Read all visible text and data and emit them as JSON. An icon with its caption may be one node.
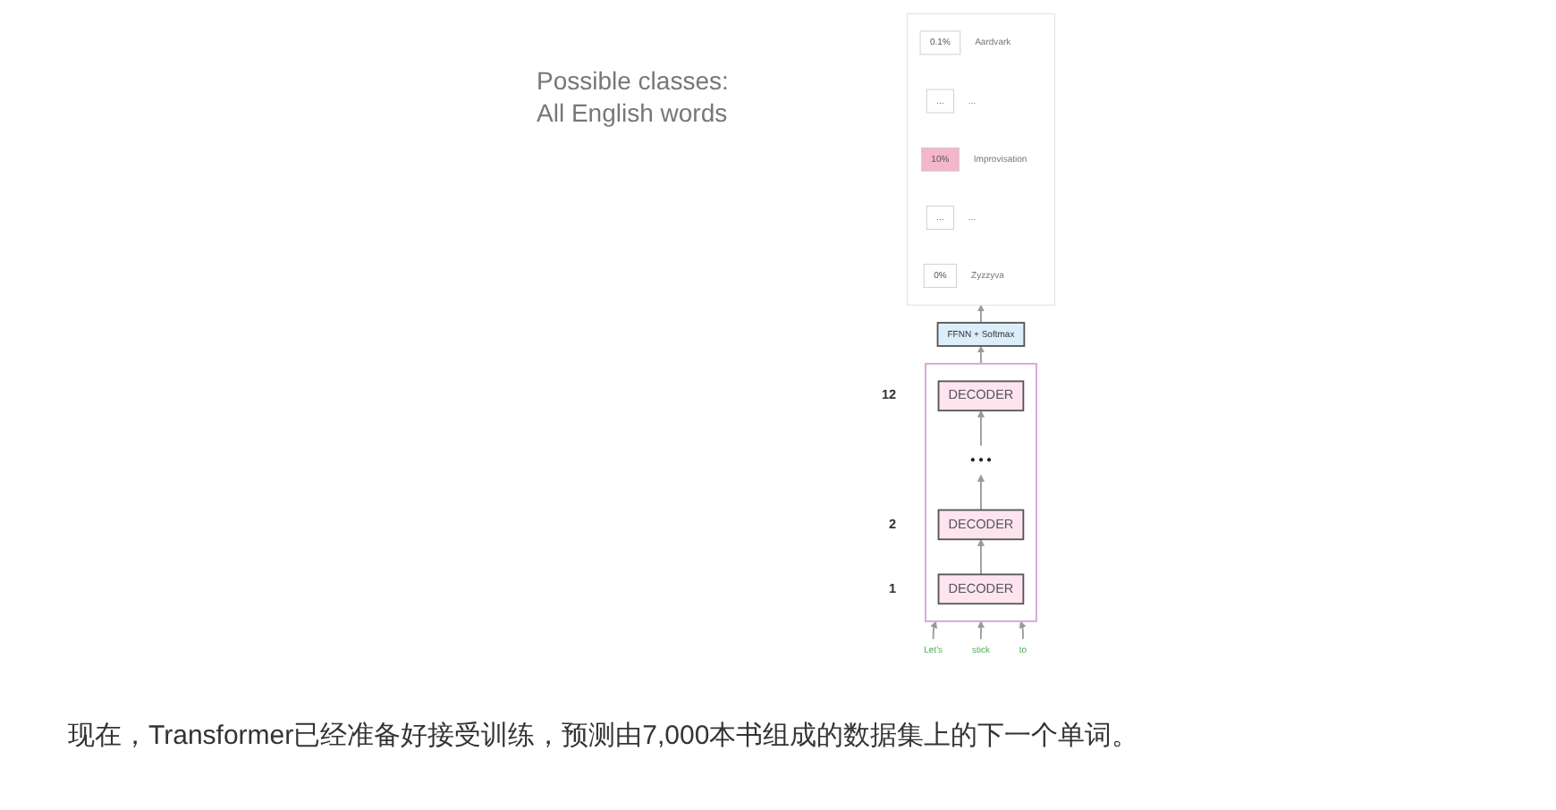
{
  "diagram": {
    "caption": "现在，Transformer已经准备好接受训练，预测由7,000本书组成的数据集上的下一个单词。",
    "nodes": [
      {
        "text": [],
        "shape": "box"
      },
      {
        "text": [
          "0.1%"
        ],
        "in": 0,
        "beside": [
          "Aardvark"
        ]
      },
      {
        "text": [
          "..."
        ],
        "in": 0,
        "beside": [
          "..."
        ]
      },
      {
        "text": [
          "10%"
        ],
        "in": 0,
        "beside": [
          "Improvisation"
        ]
      },
      {
        "text": [
          "..."
        ],
        "in": 0,
        "beside": [
          "..."
        ]
      },
      {
        "text": [
          "0%"
        ],
        "in": 0,
        "beside": [
          "Zyzzyva"
        ]
      },
      {
        "text": [
          "FFNN + Softmax"
        ]
      },
      {
        "text": [],
        "shape": "box"
      },
      {
        "text": [
          "DECODER"
        ],
        "in": 7,
        "beside": [
          "12"
        ]
      },
      {
        "text": [
          "• • •"
        ],
        "in": 7
      },
      {
        "text": [
          "DECODER"
        ],
        "in": 7,
        "beside": [
          "2"
        ]
      },
      {
        "text": [
          "DECODER"
        ],
        "in": 7,
        "beside": [
          "1"
        ]
      },
      {
        "text": [
          "Let's"
        ]
      },
      {
        "text": [
          "stick"
        ]
      },
      {
        "text": [
          "to"
        ]
      }
    ],
    "edges": [
      {
        "from": 12,
        "to": 7,
        "arrow": "to"
      },
      {
        "from": 13,
        "to": 7,
        "arrow": "to"
      },
      {
        "from": 14,
        "to": 7,
        "arrow": "to"
      },
      {
        "from": 11,
        "to": 10,
        "arrow": "to"
      },
      {
        "from": 10,
        "to": 9,
        "arrow": "to"
      },
      {
        "from": 9,
        "to": 8,
        "arrow": "to"
      },
      {
        "from": 7,
        "to": 6,
        "arrow": "to"
      },
      {
        "from": 6,
        "to": 0,
        "arrow": "to"
      }
    ],
    "labels": [
      "Possible classes: All English words"
    ]
  }
}
